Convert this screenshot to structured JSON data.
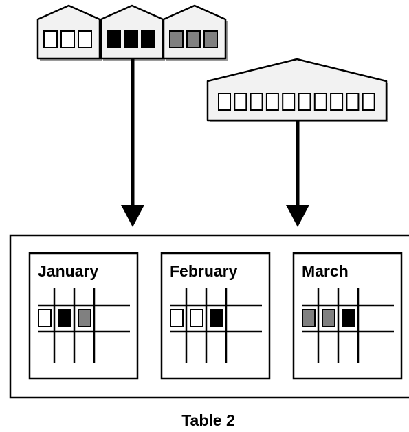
{
  "table": {
    "label": "Table 2"
  },
  "partitions": [
    {
      "name": "January",
      "cells": [
        "white",
        "black",
        "gray"
      ]
    },
    {
      "name": "February",
      "cells": [
        "white",
        "white",
        "black"
      ]
    },
    {
      "name": "March",
      "cells": [
        "gray",
        "gray",
        "black"
      ]
    }
  ],
  "sources": [
    {
      "shape": "three-house",
      "groups": [
        [
          "white",
          "white",
          "white"
        ],
        [
          "black",
          "black",
          "black"
        ],
        [
          "gray",
          "gray",
          "gray"
        ]
      ]
    },
    {
      "shape": "wide-building",
      "cells": [
        "white",
        "white",
        "white",
        "white",
        "white",
        "white",
        "white",
        "white",
        "white",
        "white"
      ]
    }
  ],
  "colors": {
    "white": "#ffffff",
    "black": "#000000",
    "gray": "#808080",
    "panel": "#f2f2f2",
    "shadow": "#9a9a9a",
    "stroke": "#000000"
  }
}
